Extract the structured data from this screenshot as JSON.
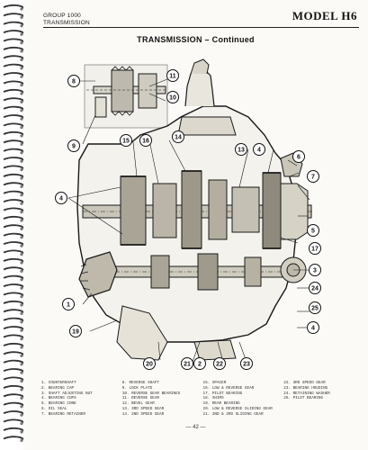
{
  "header": {
    "group_line1": "GROUP 1000",
    "group_line2": "TRANSMISSION",
    "model": "MODEL H6"
  },
  "title": "TRANSMISSION – Continued",
  "callouts": [
    "1",
    "2",
    "3",
    "4",
    "4",
    "4",
    "5",
    "6",
    "7",
    "8",
    "9",
    "10",
    "11",
    "13",
    "14",
    "15",
    "16",
    "17",
    "19",
    "20",
    "21",
    "22",
    "23",
    "24",
    "25"
  ],
  "legend": [
    "1. COUNTERSHAFT",
    "2. BEARING CAP",
    "3. SHAFT ADJUSTING NUT",
    "4. BEARING CUPS",
    "5. BEARING CONE",
    "6. OIL SEAL",
    "7. BEARING RETAINER",
    "8. REVERSE SHAFT",
    "9. LOCK PLATE",
    "10. REVERSE GEAR BEARINGS",
    "11. REVERSE GEAR",
    "12. BEVEL GEAR",
    "13. 3RD SPEED GEAR",
    "14. 2ND SPEED GEAR",
    "15. SPACER",
    "16. LOW & REVERSE GEAR",
    "17. PILOT BEARING",
    "18. SHIMS",
    "19. REAR BEARING",
    "20. LOW & REVERSE SLIDING GEAR",
    "21. 2ND & 3RD SLIDING GEAR",
    "22. 3RD SPEED GEAR",
    "23. BEARING HOUSING",
    "24. RETAINING WASHER",
    "25. PILOT BEARING"
  ],
  "page_number": "— 42 —"
}
